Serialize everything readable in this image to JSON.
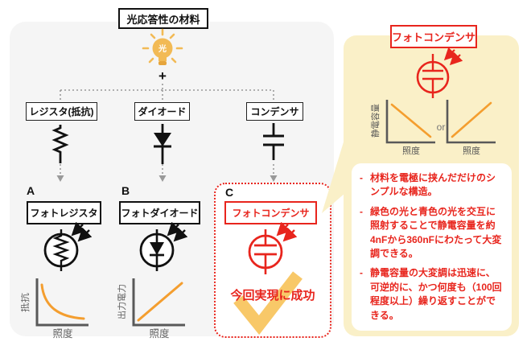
{
  "colors": {
    "accent_red": "#e8251d",
    "accent_orange": "#f49e2f",
    "checkmark_orange": "#f8c868",
    "bulb_orange": "#f2ba55",
    "panel_yellow": "#faf0c8",
    "panel_gray": "#f5f5f5",
    "axis_gray": "#595959",
    "arrow_gray": "#999999",
    "ink": "#111111"
  },
  "flowchart": {
    "title": "光応答性の材料",
    "light_label": "光",
    "plus": "+",
    "branches": [
      {
        "label": "レジスタ(抵抗)",
        "symbol": "resistor"
      },
      {
        "label": "ダイオード",
        "symbol": "diode"
      },
      {
        "label": "コンデンサ",
        "symbol": "capacitor"
      }
    ],
    "devices": [
      {
        "letter": "A",
        "name": "フォトレジスタ"
      },
      {
        "letter": "B",
        "name": "フォトダイオード"
      },
      {
        "letter": "C",
        "name": "フォトコンデンサ",
        "success": "今回実現に成功"
      }
    ],
    "graphs": [
      {
        "ylabel": "抵抗",
        "xlabel": "照度",
        "trend": "decreasing-curve"
      },
      {
        "ylabel": "出力電力",
        "xlabel": "照度",
        "trend": "increasing-line"
      }
    ]
  },
  "panel": {
    "title": "フォトコンデンサ",
    "graph": {
      "ylabel": "静電容量",
      "xlabel_left": "照度",
      "xlabel_right": "照度",
      "or": "or",
      "trends": [
        "decreasing-line",
        "increasing-line"
      ]
    },
    "bullet_marker": "-",
    "bullets": [
      "材料を電極に挟んだだけのシンプルな構造。",
      "緑色の光と青色の光を交互に照射することで静電容量を約4nFから360nFにわたって大変調できる。",
      "静電容量の大変調は迅速に、可逆的に、かつ何度も（100回程度以上）繰り返すことができる。"
    ]
  }
}
